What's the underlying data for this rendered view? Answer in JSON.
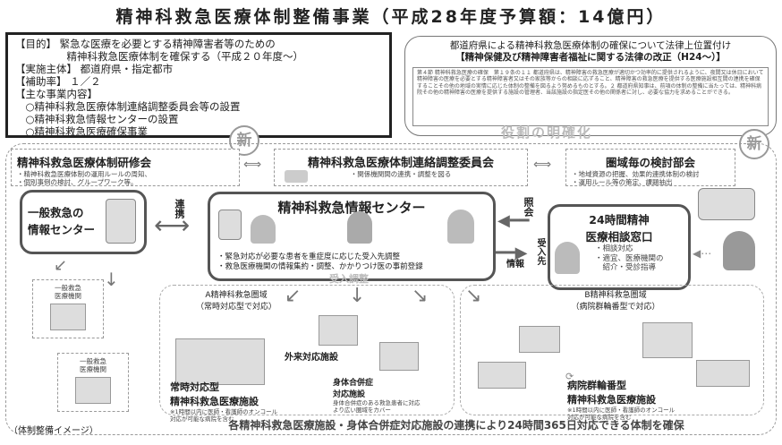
{
  "title": "精神科救急医療体制整備事業（平成28年度予算額：14億円）",
  "purpose": {
    "lines": [
      "【目的】 緊急な医療を必要とする精神障害者等のための",
      "　　　　　精神科救急医療体制を確保する（平成２０年度～）",
      "【実施主体】 都道府県・指定都市",
      "【補助率】 １／２",
      "【主な事業内容】",
      "　○精神科救急医療体制連絡調整委員会等の設置",
      "　○精神科救急情報センターの設置",
      "　○精神科救急医療確保事業"
    ]
  },
  "legal": {
    "heading1": "都道府県による精神科救急医療体制の確保について法律上位置付け",
    "heading2": "【精神保健及び精神障害者福祉に関する法律の改正（H24～）】",
    "article": "第４節 精神科救急医療の確保　第１９条の１１ 都道府県は、精神障害の救急医療が適切かつ効率的に提供されるように、夜間又は休日において精神障害の医療を必要とする精神障害者又はその家族等からの相談に応ずること、精神障害の救急医療を提供する医療施設相互間の連携を確保することその他の地域の実情に応じた体制の整備を図るよう努めるものとする。２ 都道府県知事は、前項の体制の整備に当たっては、精神科病院その他の精神障害の医療を提供する施設の管理者、当該施設の指定医その他の関係者に対し、必要な協力を求めることができる。",
    "clarification": "役割の明確化"
  },
  "new_badge": "新",
  "training": {
    "title": "精神科救急医療体制研修会",
    "lines": [
      "・精神科救急医療体制の運用ルールの周知、",
      "・個別事例の検討、グループワーク等。"
    ]
  },
  "committee": {
    "title": "精神科救急医療体制連絡調整委員会",
    "sub": "・関係機関間の連携・調整を図る"
  },
  "regional": {
    "title": "圏域毎の検討部会",
    "lines": [
      "・地域資源の把握、効果的連携体制の検討",
      "・運用ルール等の策定、課題抽出"
    ]
  },
  "general_center": {
    "line1": "一般救急の",
    "line2": "情報センター"
  },
  "cooperation": "連携",
  "info_center": {
    "title": "精神科救急情報センター",
    "lines": [
      "・緊急対応が必要な患者を重症度に応じた受入先調整",
      "・救急医療機関の情報集約・調整、かかりつけ医の事前登録"
    ]
  },
  "referral": "照会",
  "info_label": "情報",
  "acceptance": "受入先",
  "consult": {
    "title1": "24時間精神",
    "title2": "医療相談窓口",
    "lines": [
      "・相談対応",
      "・適宜、医療機関の",
      "　紹介・受診指導"
    ]
  },
  "acceptance_adjust": "受入調整",
  "area_a": {
    "title": "A精神科救急圏域",
    "sub": "（常時対応型で対応）"
  },
  "area_b": {
    "title": "B精神科救急圏域",
    "sub": "（病院群輪番型で対応）"
  },
  "outpatient": "外来対応施設",
  "general_hospital1": {
    "line1": "一般救急",
    "line2": "医療機関"
  },
  "general_hospital2": {
    "line1": "一般救急",
    "line2": "医療機関"
  },
  "constant": {
    "title1": "常時対応型",
    "title2": "精神科救急医療施設",
    "note": [
      "※1時間以内に医師・看護師のオンコール",
      "対応が可能な病院を含む"
    ]
  },
  "comorbid": {
    "title1": "身体合併症",
    "title2": "対応施設",
    "note": [
      "身体合併症のある救急患者に対応",
      "より広い圏域をカバー"
    ]
  },
  "rotation": {
    "title1": "病院群輪番型",
    "title2": "精神科救急医療施設",
    "note": [
      "※1時間以内に医師・看護師のオンコール",
      "対応が可能な病院を含む"
    ]
  },
  "system_image": "（体制整備イメージ）",
  "footer": "各精神科救急医療施設・身体合併症対応施設の連携により24時間365日対応できる体制を確保"
}
